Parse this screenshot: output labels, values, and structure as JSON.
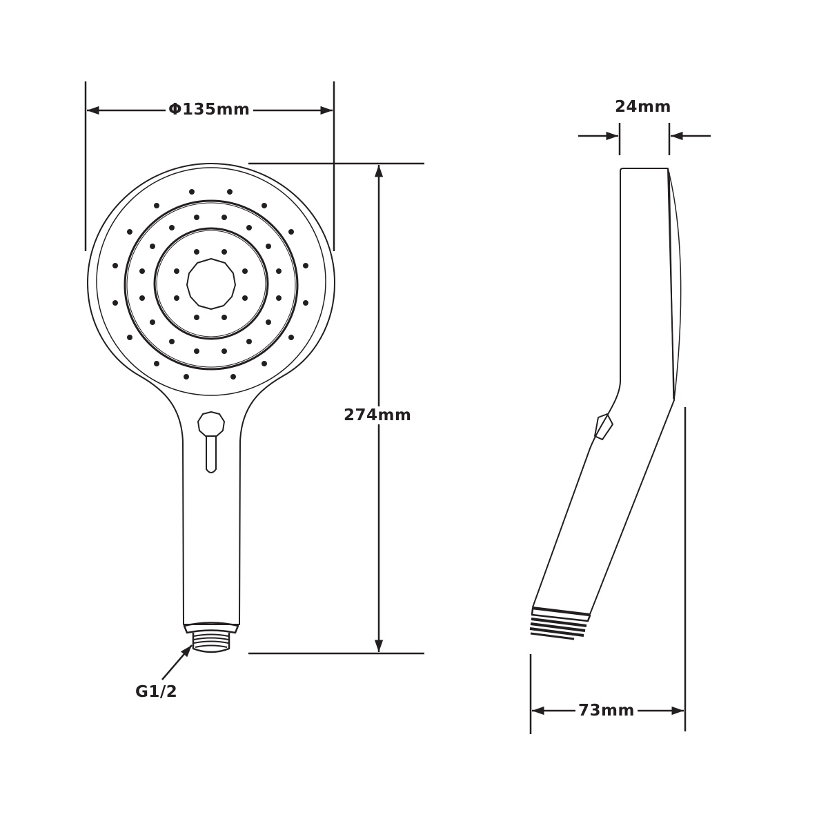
{
  "drawing": {
    "subject": "Handheld shower head",
    "line_color": "#231f20",
    "background": "#ffffff",
    "views": [
      {
        "id": "front",
        "name": "Front view"
      },
      {
        "id": "side",
        "name": "Side view"
      }
    ]
  },
  "dimensions": {
    "diameter": {
      "label": "Φ135mm",
      "value": 135,
      "unit": "mm",
      "type": "diameter"
    },
    "length": {
      "label": "274mm",
      "value": 274,
      "unit": "mm",
      "type": "overall height"
    },
    "thickness": {
      "label": "24mm",
      "value": 24,
      "unit": "mm",
      "type": "head thickness"
    },
    "depth": {
      "label": "73mm",
      "value": 73,
      "unit": "mm",
      "type": "overall depth"
    }
  },
  "annotations": {
    "thread": {
      "label": "G1/2",
      "type": "connection thread"
    }
  }
}
